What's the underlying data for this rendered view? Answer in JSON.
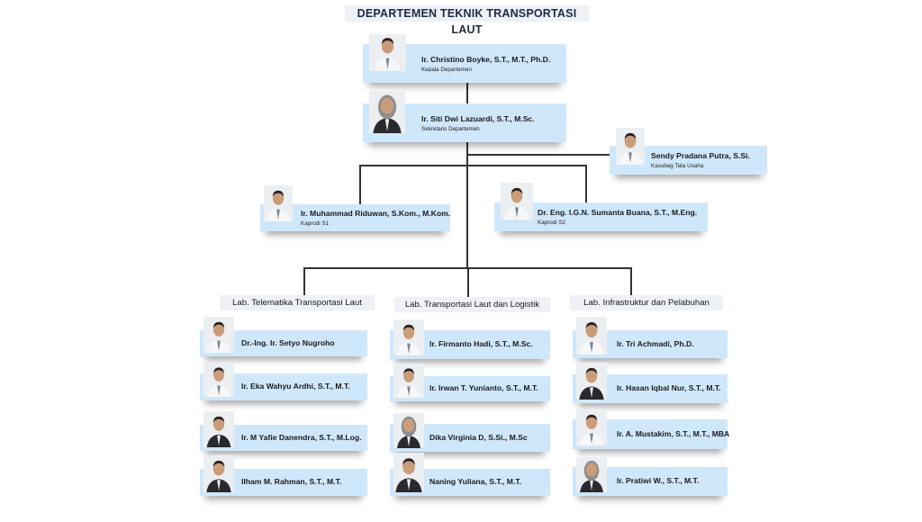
{
  "title": "DEPARTEMEN TEKNIK TRANSPORTASI LAUT",
  "leaders": [
    {
      "name": "Ir. Christino Boyke, S.T., M.T., Ph.D.",
      "role": "Kepala Departemen"
    },
    {
      "name": "Ir. Siti Dwi Lazuardi, S.T., M.Sc.",
      "role": "Sekretaris Departemen"
    },
    {
      "name": "Sendy Pradana Putra, S.Si.",
      "role": "Kasubag Tata Usaha"
    },
    {
      "name": "Ir. Muhammad Riduwan, S.Kom., M.Kom.",
      "role": "Kaprodi S1"
    },
    {
      "name": "Dr. Eng. I.G.N. Sumanta Buana, S.T., M.Eng.",
      "role": "Kaprodi S2"
    }
  ],
  "labs": [
    {
      "title": "Lab. Telematika Transportasi Laut",
      "members": [
        "Dr.-Ing. Ir. Setyo Nugroho",
        "Ir. Eka Wahyu Ardhi, S.T., M.T.",
        "Ir. M Yafie Danendra, S.T., M.Log.",
        "Ilham M. Rahman, S.T., M.T."
      ]
    },
    {
      "title": "Lab. Transportasi Laut dan Logistik",
      "members": [
        "Ir. Firmanto Hadi, S.T., M.Sc.",
        "Ir. Irwan T. Yunianto, S.T., M.T.",
        "Dika Virginia D, S.Si., M.Sc",
        "Naning Yuliana, S.T., M.T."
      ]
    },
    {
      "title": "Lab. Infrastruktur dan Pelabuhan",
      "members": [
        "Ir. Tri Achmadi, Ph.D.",
        "Ir. Hasan Iqbal Nur, S.T., M.T.",
        "Ir. A. Mustakim, S.T., M.T., MBA",
        "Ir. Pratiwi W., S.T., M.T."
      ]
    }
  ],
  "colors": {
    "card": "#cfe7fb",
    "header": "#eef1f6",
    "line": "#333333"
  }
}
